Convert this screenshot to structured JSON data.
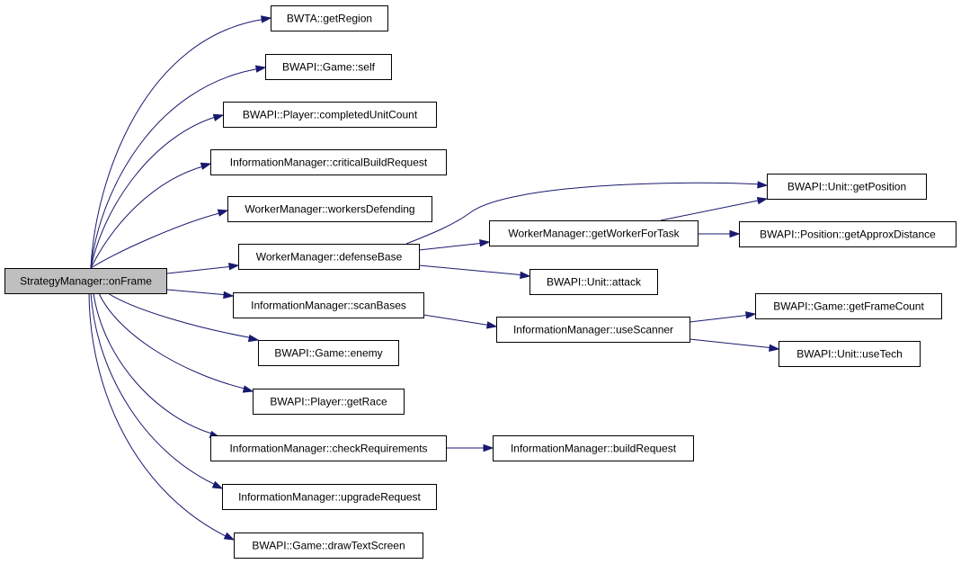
{
  "diagram": {
    "type": "call-graph",
    "colors": {
      "edge": "#191970",
      "root_fill": "#bfbfbf",
      "node_fill": "#ffffff",
      "border": "#000000"
    },
    "nodes": [
      {
        "id": "onFrame",
        "label": "StrategyManager::onFrame"
      },
      {
        "id": "getRegion",
        "label": "BWTA::getRegion"
      },
      {
        "id": "gameSelf",
        "label": "BWAPI::Game::self"
      },
      {
        "id": "completedUnitCount",
        "label": "BWAPI::Player::completedUnitCount"
      },
      {
        "id": "criticalBuildRequest",
        "label": "InformationManager::criticalBuildRequest"
      },
      {
        "id": "workersDefending",
        "label": "WorkerManager::workersDefending"
      },
      {
        "id": "defenseBase",
        "label": "WorkerManager::defenseBase"
      },
      {
        "id": "scanBases",
        "label": "InformationManager::scanBases"
      },
      {
        "id": "enemy",
        "label": "BWAPI::Game::enemy"
      },
      {
        "id": "getRace",
        "label": "BWAPI::Player::getRace"
      },
      {
        "id": "checkRequirements",
        "label": "InformationManager::checkRequirements"
      },
      {
        "id": "upgradeRequest",
        "label": "InformationManager::upgradeRequest"
      },
      {
        "id": "drawTextScreen",
        "label": "BWAPI::Game::drawTextScreen"
      },
      {
        "id": "getWorkerForTask",
        "label": "WorkerManager::getWorkerForTask"
      },
      {
        "id": "attack",
        "label": "BWAPI::Unit::attack"
      },
      {
        "id": "getPosition",
        "label": "BWAPI::Unit::getPosition"
      },
      {
        "id": "getApproxDistance",
        "label": "BWAPI::Position::getApproxDistance"
      },
      {
        "id": "useScanner",
        "label": "InformationManager::useScanner"
      },
      {
        "id": "getFrameCount",
        "label": "BWAPI::Game::getFrameCount"
      },
      {
        "id": "useTech",
        "label": "BWAPI::Unit::useTech"
      },
      {
        "id": "buildRequest",
        "label": "InformationManager::buildRequest"
      }
    ],
    "edges": [
      {
        "from": "onFrame",
        "to": "getRegion"
      },
      {
        "from": "onFrame",
        "to": "gameSelf"
      },
      {
        "from": "onFrame",
        "to": "completedUnitCount"
      },
      {
        "from": "onFrame",
        "to": "criticalBuildRequest"
      },
      {
        "from": "onFrame",
        "to": "workersDefending"
      },
      {
        "from": "onFrame",
        "to": "defenseBase"
      },
      {
        "from": "onFrame",
        "to": "scanBases"
      },
      {
        "from": "onFrame",
        "to": "enemy"
      },
      {
        "from": "onFrame",
        "to": "getRace"
      },
      {
        "from": "onFrame",
        "to": "checkRequirements"
      },
      {
        "from": "onFrame",
        "to": "upgradeRequest"
      },
      {
        "from": "onFrame",
        "to": "drawTextScreen"
      },
      {
        "from": "defenseBase",
        "to": "getPosition"
      },
      {
        "from": "defenseBase",
        "to": "getWorkerForTask"
      },
      {
        "from": "defenseBase",
        "to": "attack"
      },
      {
        "from": "getWorkerForTask",
        "to": "getPosition"
      },
      {
        "from": "getWorkerForTask",
        "to": "getApproxDistance"
      },
      {
        "from": "scanBases",
        "to": "useScanner"
      },
      {
        "from": "useScanner",
        "to": "getFrameCount"
      },
      {
        "from": "useScanner",
        "to": "useTech"
      },
      {
        "from": "checkRequirements",
        "to": "buildRequest"
      }
    ]
  }
}
